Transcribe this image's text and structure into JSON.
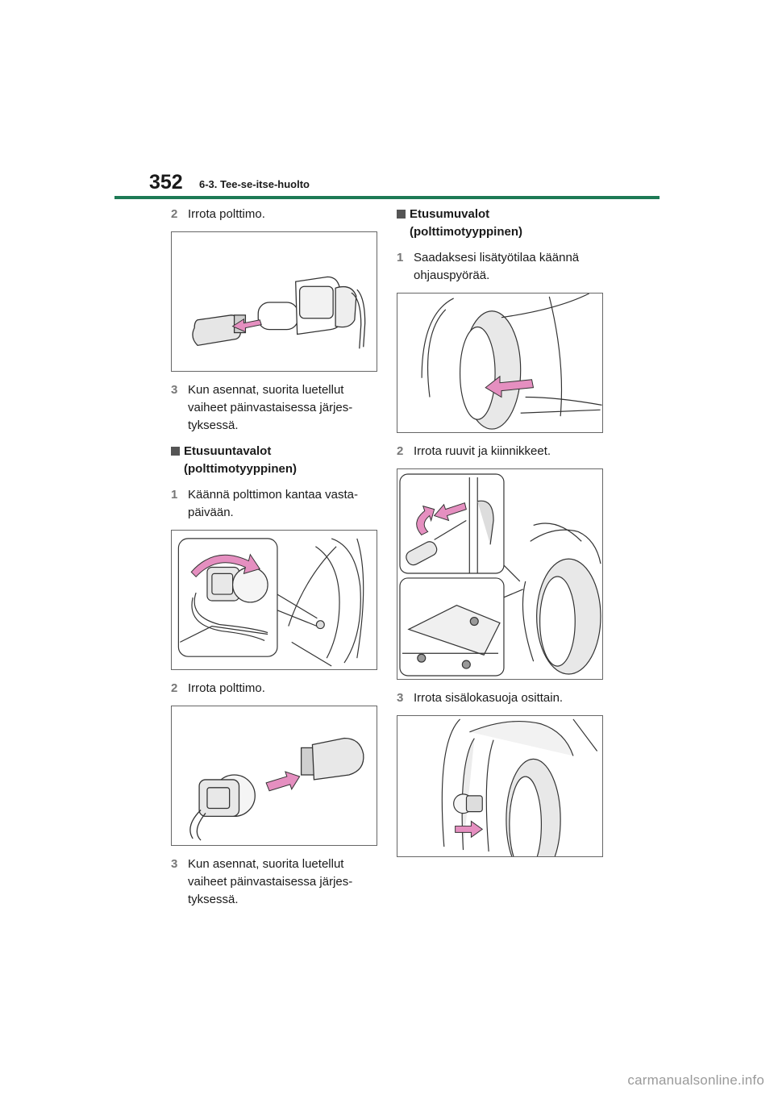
{
  "header": {
    "page_number": "352",
    "section_title": "6-3. Tee-se-itse-huolto"
  },
  "left_column": {
    "step_remove_bulb_1": {
      "num": "2",
      "text": "Irrota polttimo."
    },
    "step_install_1": {
      "num": "3",
      "text": "Kun asennat, suorita luetellut vaiheet päinvastaisessa järjes-tyksessä."
    },
    "heading_turn_signal": "Etusuuntavalot (polttimotyyppinen)",
    "step_turn_socket": {
      "num": "1",
      "text": "Käännä polttimon kantaa vasta-päivään."
    },
    "step_remove_bulb_2": {
      "num": "2",
      "text": "Irrota polttimo."
    },
    "step_install_2": {
      "num": "3",
      "text": "Kun asennat, suorita luetellut vaiheet päinvastaisessa järjes-tyksessä."
    }
  },
  "right_column": {
    "heading_fog": "Etusumuvalot (polttimotyyppinen)",
    "step_steer": {
      "num": "1",
      "text": "Saadaksesi lisätyötilaa käännä ohjauspyörää."
    },
    "step_screws": {
      "num": "2",
      "text": "Irrota ruuvit ja kiinnikkeet."
    },
    "step_liner": {
      "num": "3",
      "text": "Irrota sisälokasuoja osittain."
    }
  },
  "colors": {
    "accent_rule": "#1e7a55",
    "arrow_pink": "#e58fc0",
    "line_art": "#333333"
  },
  "footer": {
    "watermark": "carmanualsonline.info"
  }
}
